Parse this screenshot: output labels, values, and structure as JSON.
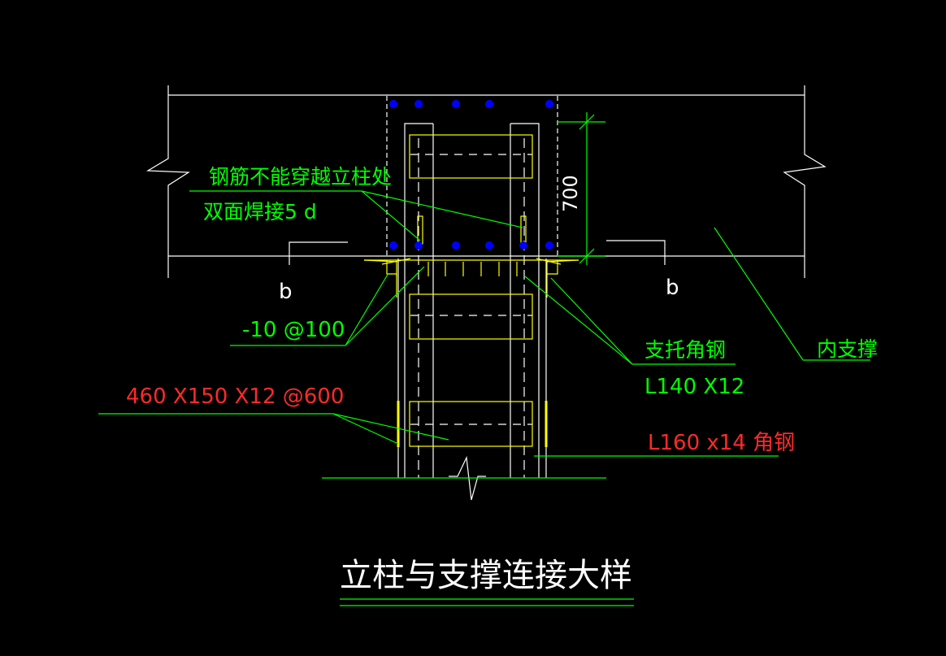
{
  "drawing": {
    "title": "立柱与支撑连接大样",
    "labels": {
      "rebar_note_1": "钢筋不能穿越立柱处",
      "rebar_note_2": "双面焊接5 d",
      "dimension_700": "700",
      "section_left": "b",
      "section_right": "b",
      "plate_spec": "-10 @100",
      "bracket_angle_1": "支托角钢",
      "bracket_angle_2": "L140 X12",
      "inner_brace": "内支撑",
      "batten_plate": "460 X150 X12 @600",
      "column_angle": "L160 x14 角钢"
    },
    "colors": {
      "background": "#000000",
      "linework": "#ffffff",
      "annotation": "#00ff00",
      "steel": "#ffff00",
      "spec_red": "#ff2a2a",
      "rebar_dot": "#0000ff"
    }
  }
}
